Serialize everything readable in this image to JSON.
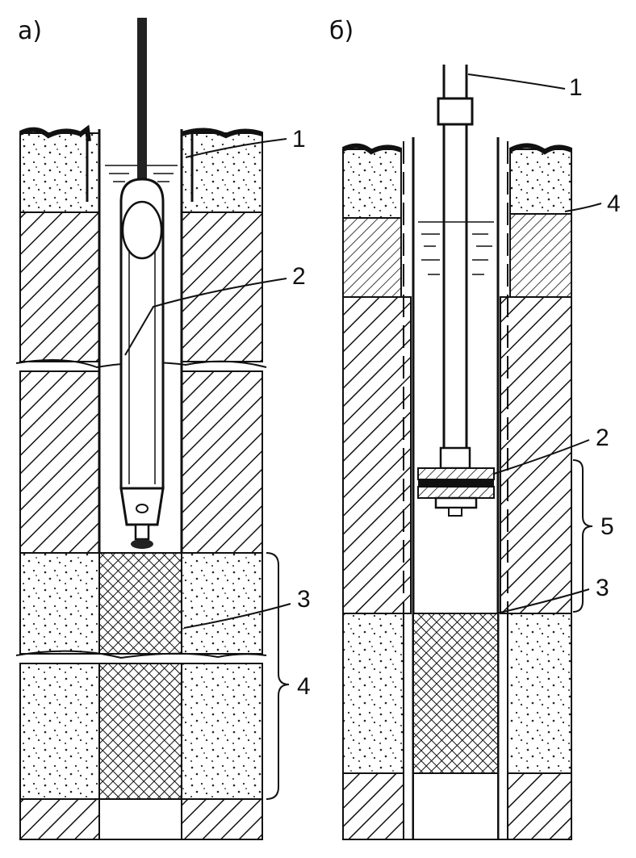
{
  "panels": {
    "a": {
      "label": "а)",
      "callouts": [
        "1",
        "2",
        "3",
        "4"
      ]
    },
    "b": {
      "label": "б)",
      "callouts": [
        "1",
        "2",
        "3",
        "4",
        "5"
      ]
    }
  },
  "colors": {
    "ink": "#111111",
    "background": "#ffffff"
  }
}
